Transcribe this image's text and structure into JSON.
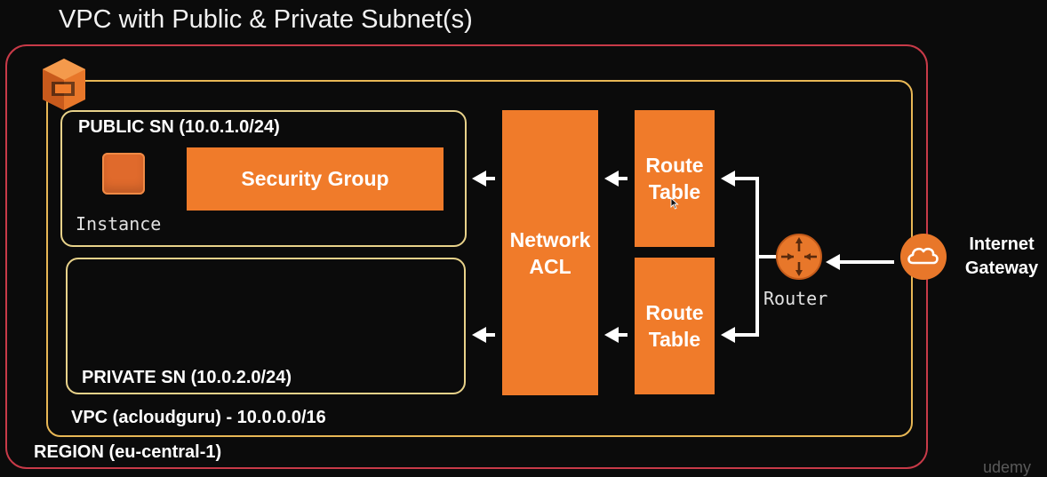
{
  "title": "VPC with Public & Private Subnet(s)",
  "region": {
    "label": "REGION (eu-central-1)"
  },
  "vpc": {
    "label": "VPC (acloudguru) - 10.0.0.0/16"
  },
  "public_subnet": {
    "label": "PUBLIC SN (10.0.1.0/24)",
    "instance_label": "Instance",
    "security_group": "Security Group"
  },
  "private_subnet": {
    "label": "PRIVATE SN (10.0.2.0/24)"
  },
  "network_acl": {
    "line1": "Network",
    "line2": "ACL"
  },
  "route_tables": [
    {
      "line1": "Route",
      "line2": "Table"
    },
    {
      "line1": "Route",
      "line2": "Table"
    }
  ],
  "router": {
    "label": "Router",
    "icon": "router-icon"
  },
  "internet_gateway": {
    "line1": "Internet",
    "line2": "Gateway",
    "icon": "cloud-icon"
  },
  "watermark": "udemy",
  "colors": {
    "background": "#0b0b0b",
    "region_border": "#c83a48",
    "vpc_border": "#e8b755",
    "subnet_border": "#e8d28a",
    "aws_orange": "#f07b2a",
    "arrow": "#ffffff"
  }
}
